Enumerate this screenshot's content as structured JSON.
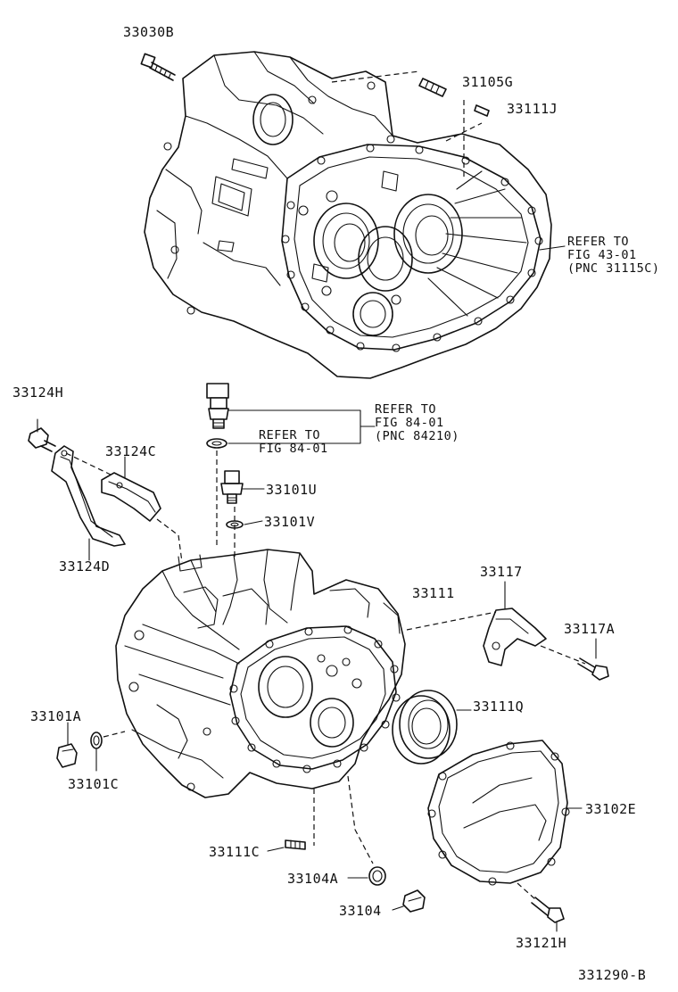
{
  "parts": {
    "p33030B": "33030B",
    "p31105G": "31105G",
    "p33111J": "33111J",
    "p33124H": "33124H",
    "p33124C": "33124C",
    "p33124D": "33124D",
    "p33101U": "33101U",
    "p33101V": "33101V",
    "p33111": "33111",
    "p33117": "33117",
    "p33117A": "33117A",
    "p33101A": "33101A",
    "p33101C": "33101C",
    "p33111Q": "33111Q",
    "p33102E": "33102E",
    "p33111C": "33111C",
    "p33104A": "33104A",
    "p33104": "33104",
    "p33121H": "33121H"
  },
  "references": {
    "ref1": {
      "line1": "REFER TO",
      "line2": "FIG 43-01",
      "line3": "(PNC 31115C)"
    },
    "ref2": {
      "line1": "REFER TO",
      "line2": "FIG 84-01",
      "line3": "(PNC 84210)"
    },
    "ref3": {
      "line1": "REFER TO",
      "line2": "FIG 84-01"
    }
  },
  "diagram_code": "331290-B"
}
